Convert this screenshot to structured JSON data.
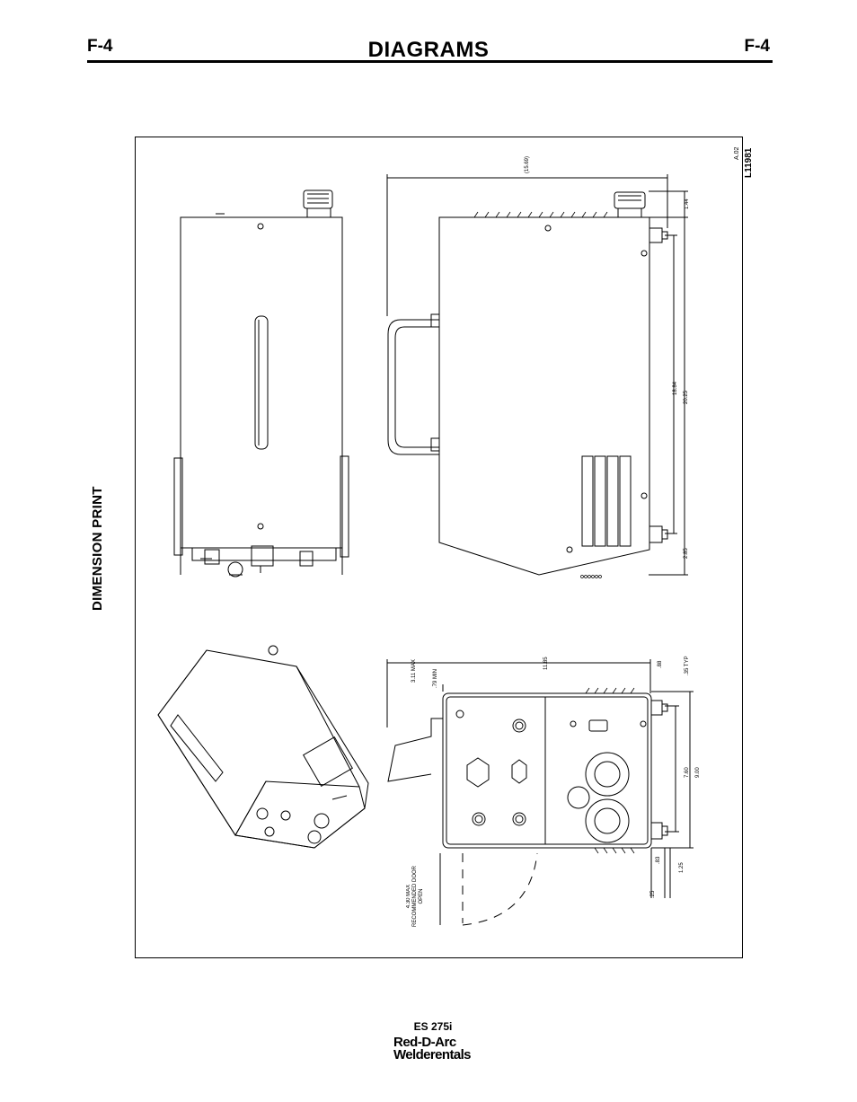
{
  "header": {
    "left_code": "F-4",
    "title": "DIAGRAMS",
    "right_code": "F-4"
  },
  "section_title": "DIMENSION PRINT",
  "drawing": {
    "drawing_number": "L11981",
    "revision": "A.02",
    "dims": {
      "side_width": "(15.69)",
      "side_top": "1.44",
      "side_len_inner": "18.84",
      "side_len_outer": "20.25",
      "side_bottom": "2.85",
      "end_width": "11.85",
      "end_handle_max": "3.11 MAX",
      "end_handle_min": ".79 MIN",
      "end_top_small": ".88",
      "end_typ": ".35 TYP",
      "end_h_inner": "7.60",
      "end_h_outer": "9.00",
      "end_bottom_a": ".83",
      "end_bottom_b": "1.25",
      "end_bottom_c": ".25",
      "door_note": "4.30 MAX RECOMMENDED DOOR OPEN"
    }
  },
  "footer": {
    "model": "ES 275i",
    "brand_line1": "Red-D-Arc",
    "brand_line2": "Welderentals"
  }
}
